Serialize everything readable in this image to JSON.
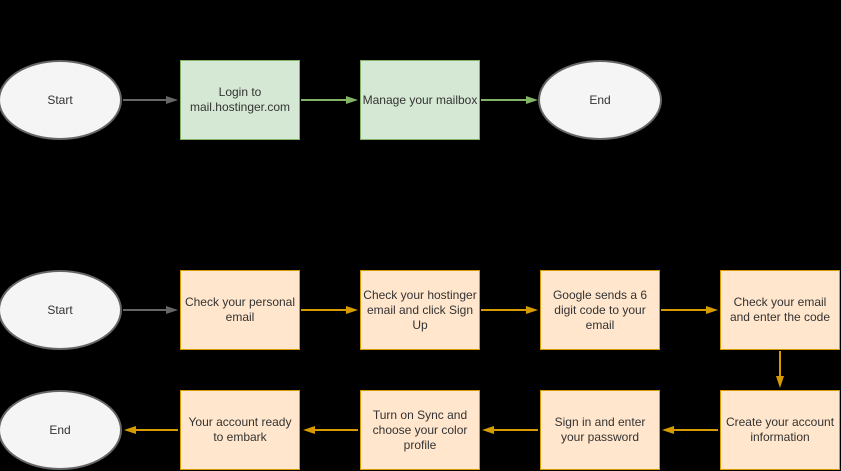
{
  "colors": {
    "background": "#000000",
    "green-fill": "#d5e8d4",
    "green-stroke": "#82b366",
    "orange-fill": "#ffe6cc",
    "orange-stroke": "#d79b00",
    "ellipse-fill": "#f5f5f5",
    "ellipse-stroke": "#666666",
    "edge-gray": "#666666",
    "text": "#333333"
  },
  "flow1": {
    "start_label": "Start",
    "end_label": "End",
    "steps": [
      "Login to mail.hostinger.com",
      "Manage your mailbox"
    ]
  },
  "flow2": {
    "start_label": "Start",
    "end_label": "End",
    "steps": [
      "Check your personal email",
      "Check your hostinger email and click Sign Up",
      "Google sends a 6 digit code to your email",
      "Check your email and enter the code",
      "Create your account information",
      "Sign in and enter your password",
      "Turn on Sync and choose your color profile",
      "Your account ready to embark"
    ]
  }
}
